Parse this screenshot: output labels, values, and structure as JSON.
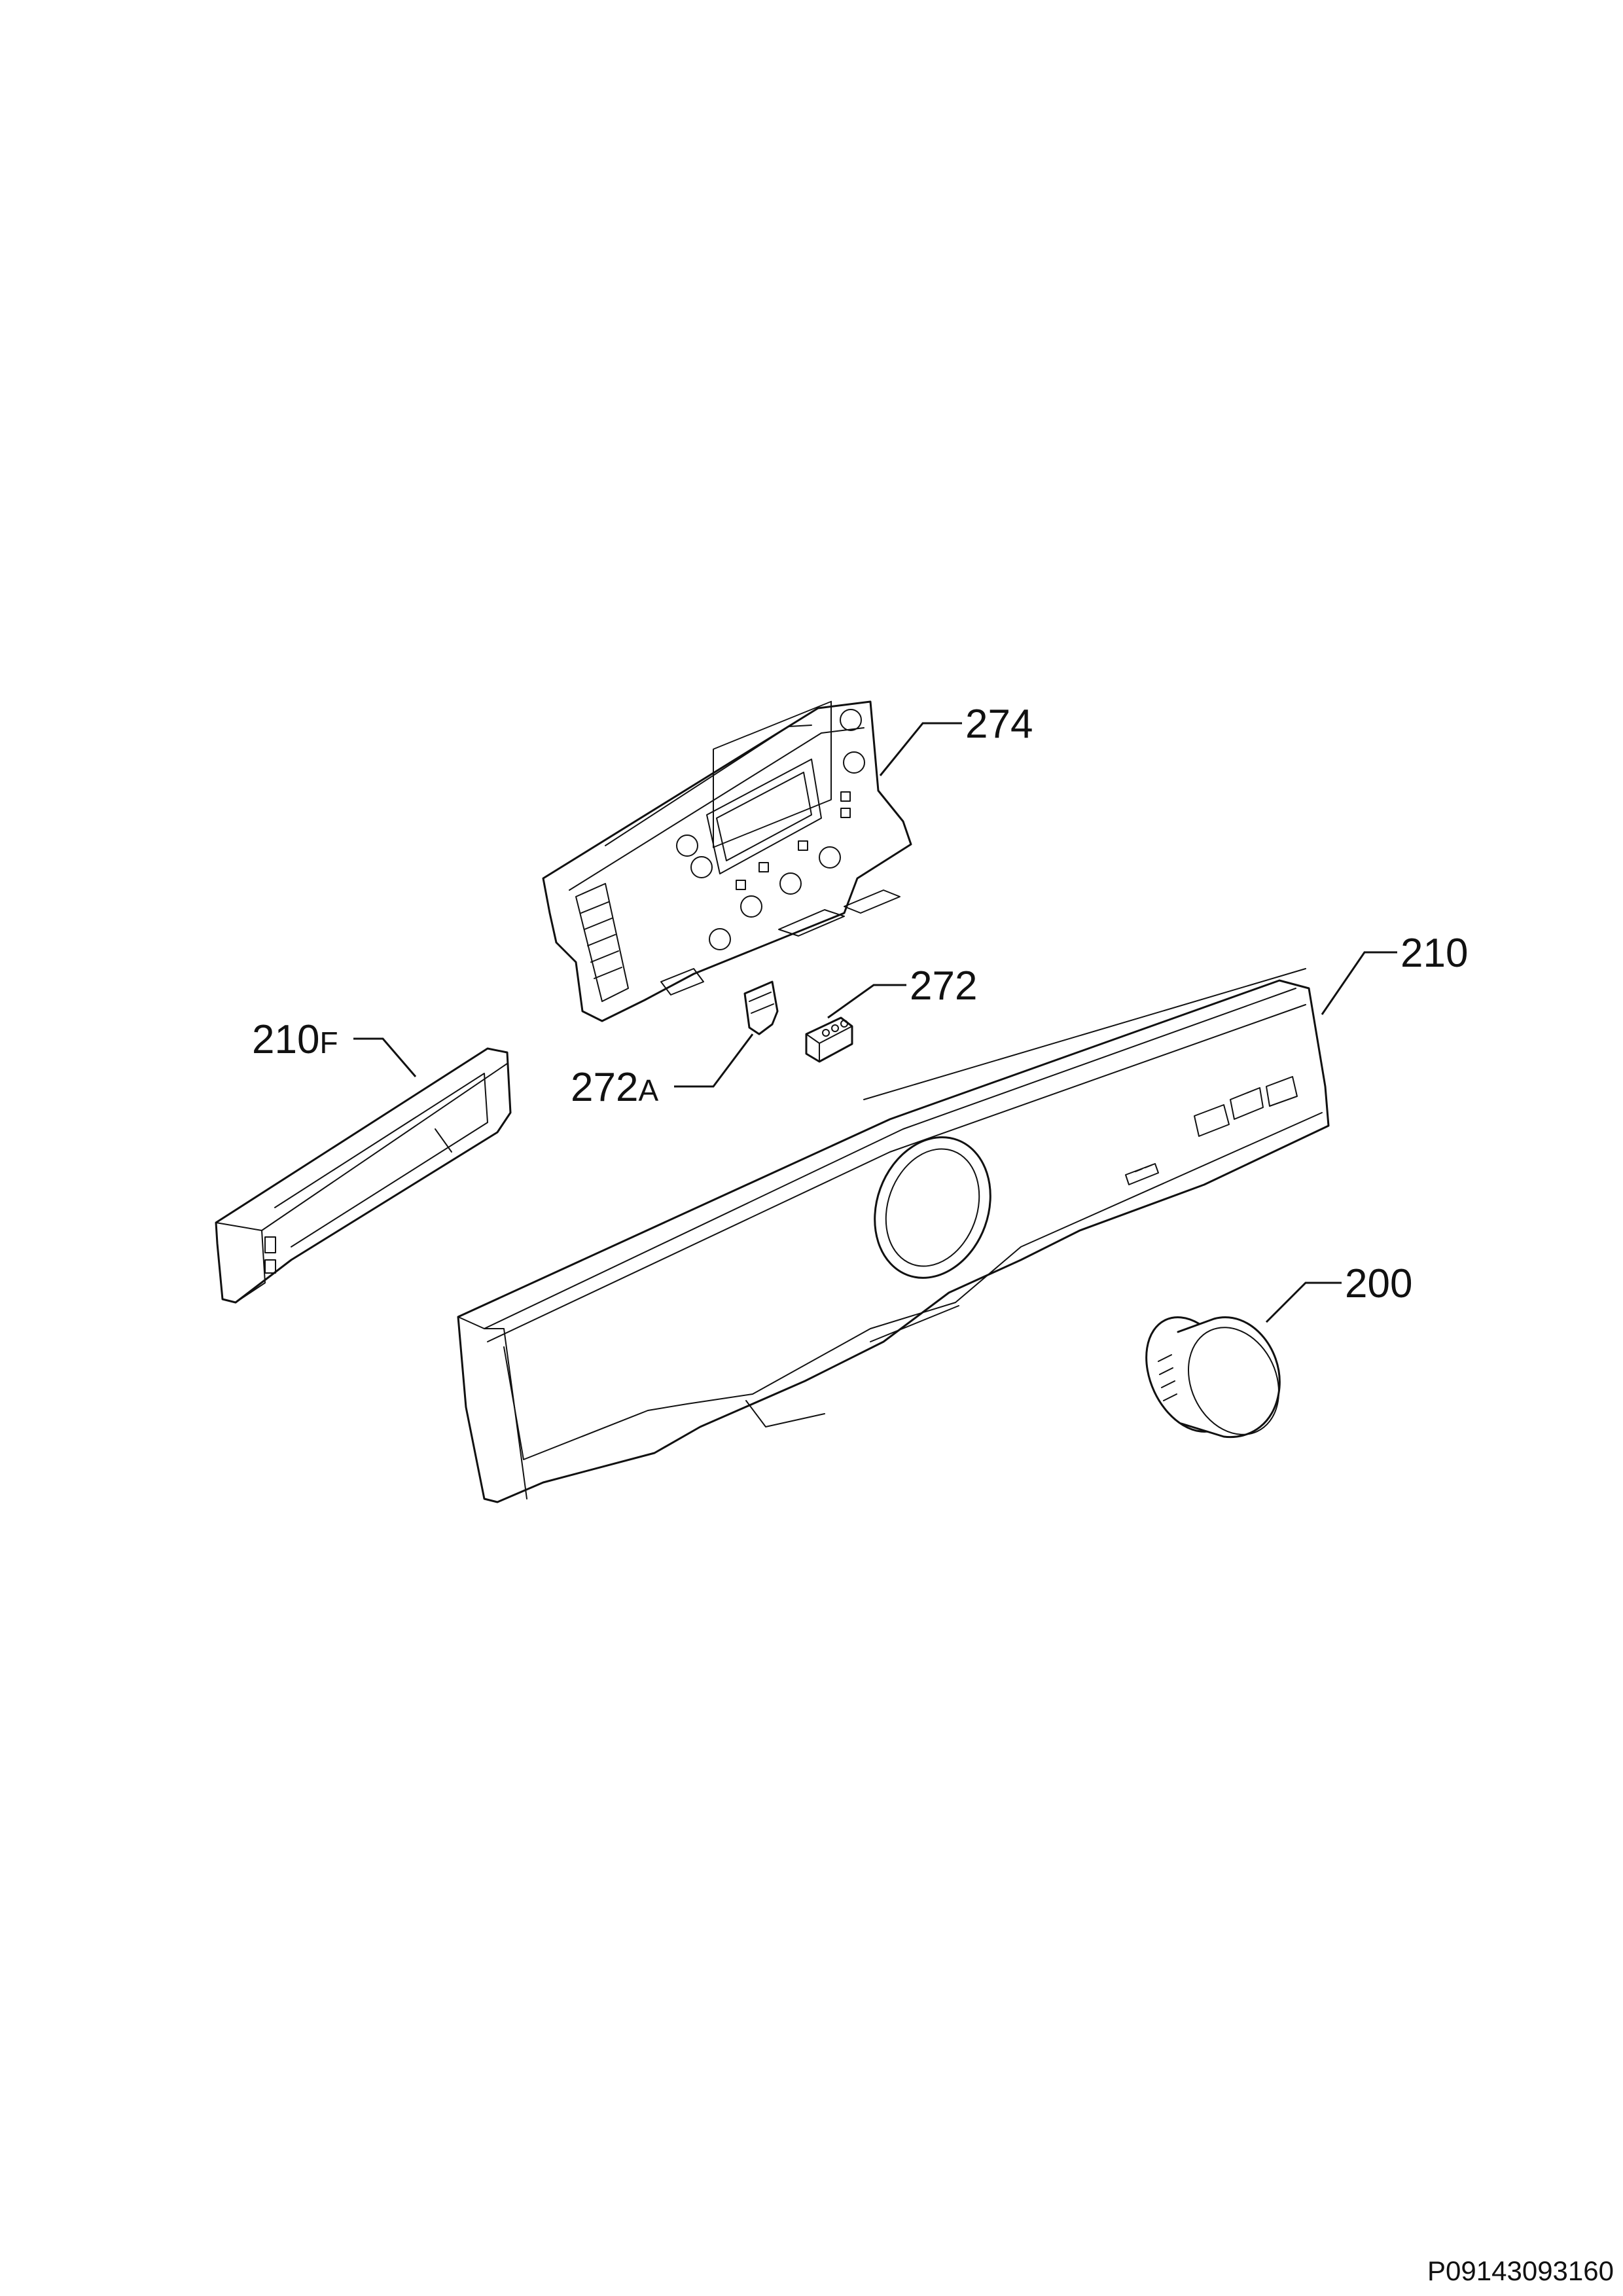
{
  "callouts": {
    "c274": "274",
    "c210": "210",
    "c210f_num": "210",
    "c210f_suffix": "F",
    "c272": "272",
    "c272a_num": "272",
    "c272a_suffix": "A",
    "c200": "200"
  },
  "document_id": "P09143093160"
}
